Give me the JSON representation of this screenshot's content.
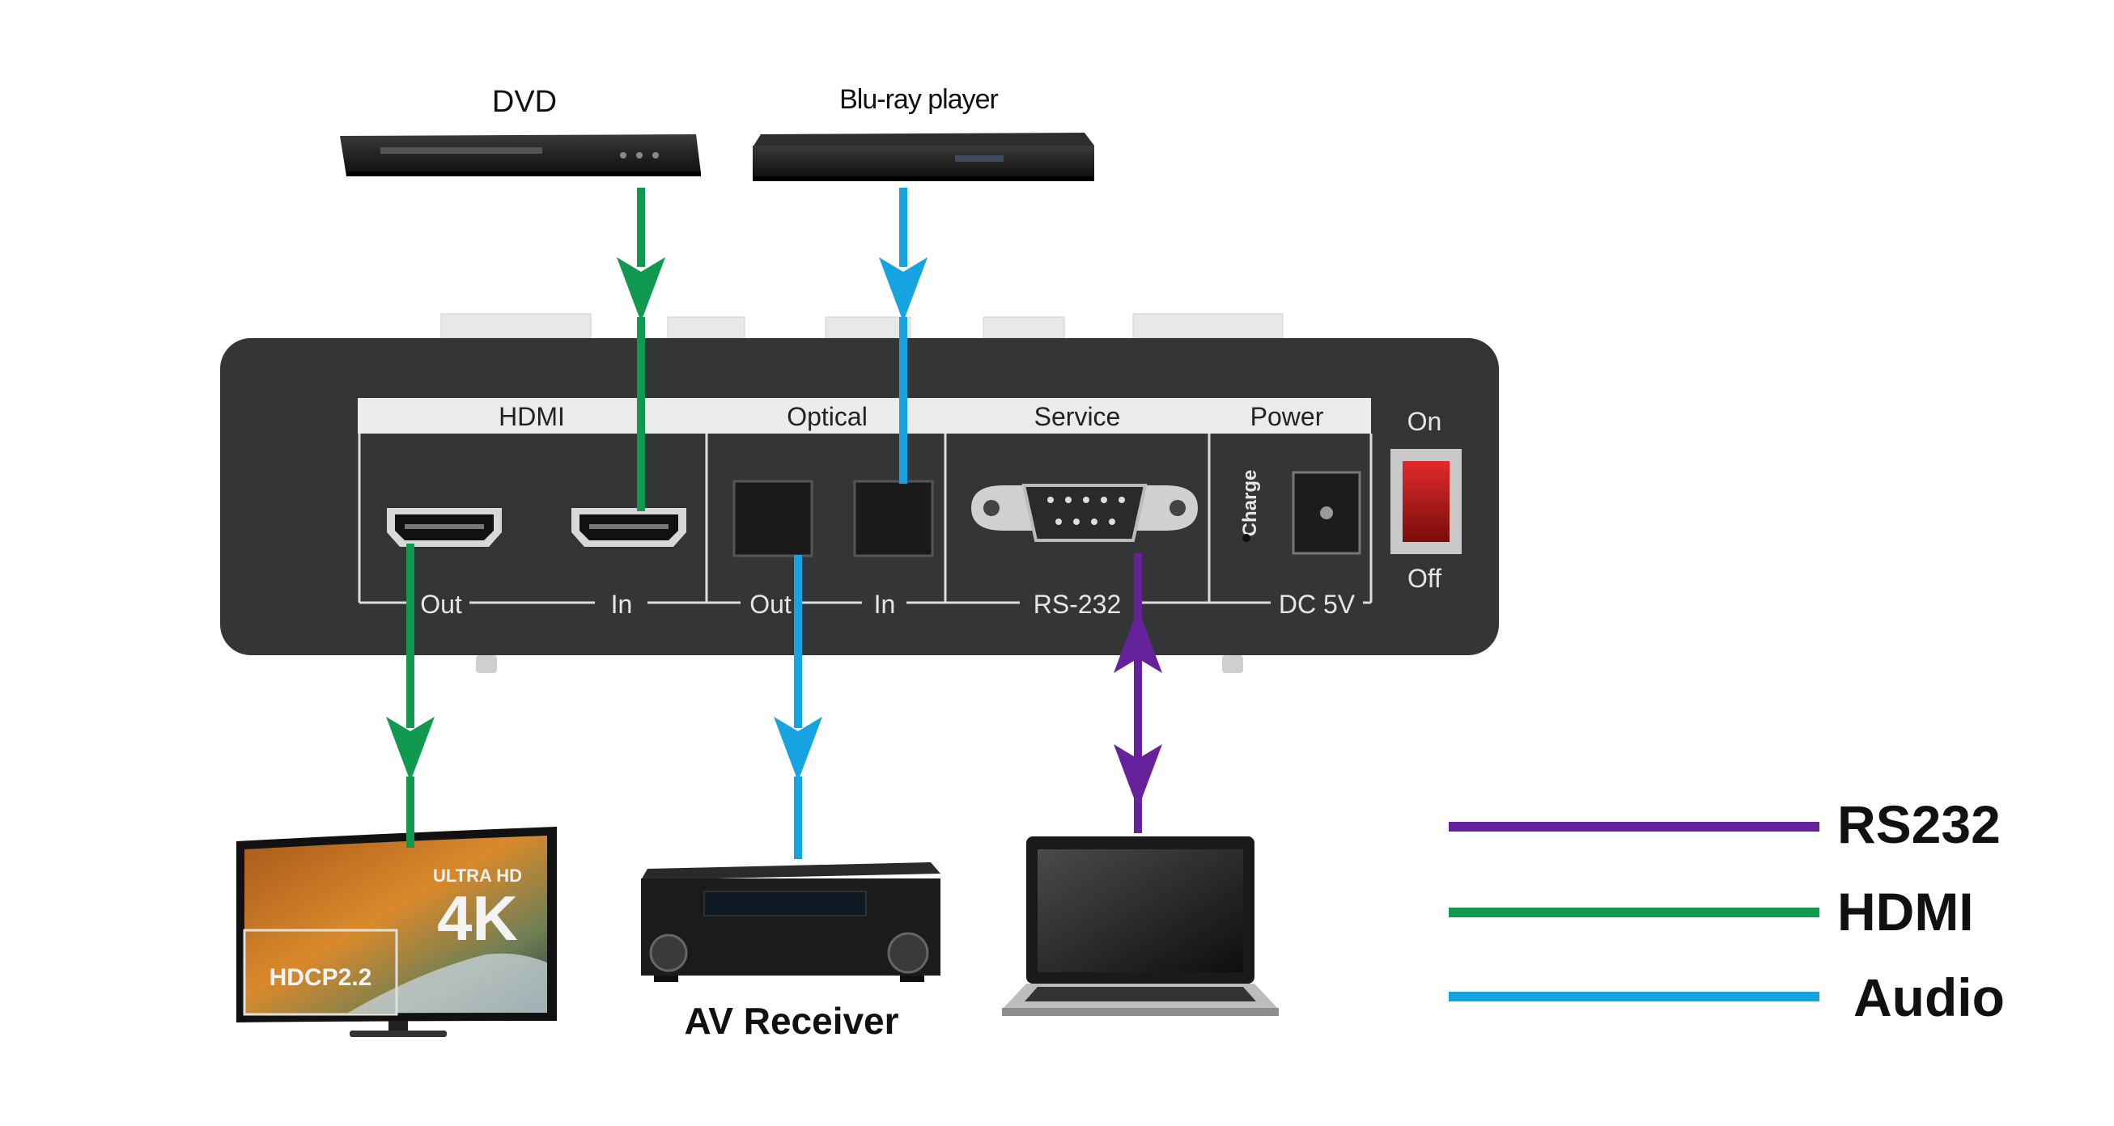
{
  "sources": {
    "dvd_label": "DVD",
    "bluray_label": "Blu-ray player"
  },
  "panel": {
    "hdmi": {
      "title": "HDMI",
      "out_label": "Out",
      "in_label": "In"
    },
    "optical": {
      "title": "Optical",
      "out_label": "Out",
      "in_label": "In"
    },
    "service": {
      "title": "Service",
      "port_label": "RS-232"
    },
    "power": {
      "title": "Power",
      "charge_label": "Charge",
      "port_label": "DC 5V"
    },
    "switch": {
      "on_label": "On",
      "off_label": "Off"
    }
  },
  "sinks": {
    "tv": {
      "badge_uhd": "ULTRA HD",
      "badge_4k": "4K",
      "badge_hdcp": "HDCP2.2"
    },
    "receiver_label": "AV Receiver"
  },
  "legend": [
    {
      "label": "RS232",
      "color": "#66229a"
    },
    {
      "label": "HDMI",
      "color": "#0f9a4f"
    },
    {
      "label": "Audio",
      "color": "#16a3e2"
    }
  ],
  "colors": {
    "rs232": "#66229a",
    "hdmi": "#0f9a4f",
    "audio": "#16a3e2"
  }
}
